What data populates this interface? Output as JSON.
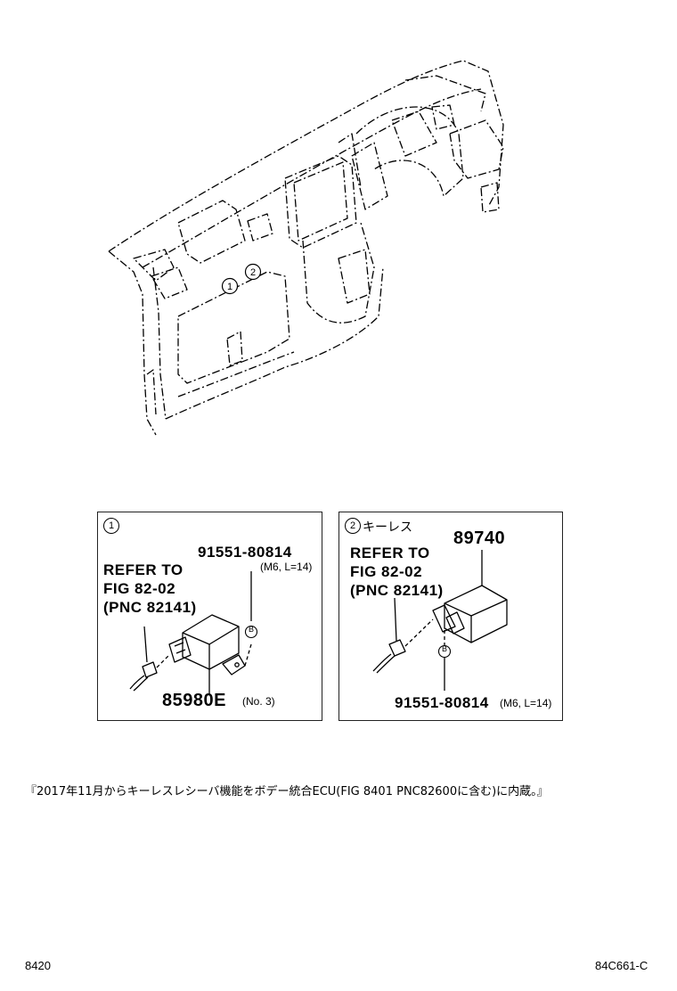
{
  "overview": {
    "callout_1": "1",
    "callout_2": "2"
  },
  "panel1": {
    "index": "1",
    "refer_line1": "REFER TO",
    "refer_line2": "FIG 82-02",
    "refer_line3": "(PNC 82141)",
    "bolt_part": "91551-80814",
    "bolt_spec": "(M6, L=14)",
    "bolt_marker": "B",
    "relay_part": "85980E",
    "relay_note": "(No. 3)"
  },
  "panel2": {
    "index": "2",
    "title": "キーレス",
    "receiver_part": "89740",
    "refer_line1": "REFER TO",
    "refer_line2": "FIG 82-02",
    "refer_line3": "(PNC 82141)",
    "bolt_marker": "B",
    "bolt_part": "91551-80814",
    "bolt_spec": "(M6, L=14)"
  },
  "note": "『2017年11月からキーレスレシーバ機能をボデー統合ECU(FIG 8401 PNC82600に含む)に内蔵。』",
  "footer": {
    "figure_number": "8420",
    "drawing_code": "84C661-C"
  }
}
